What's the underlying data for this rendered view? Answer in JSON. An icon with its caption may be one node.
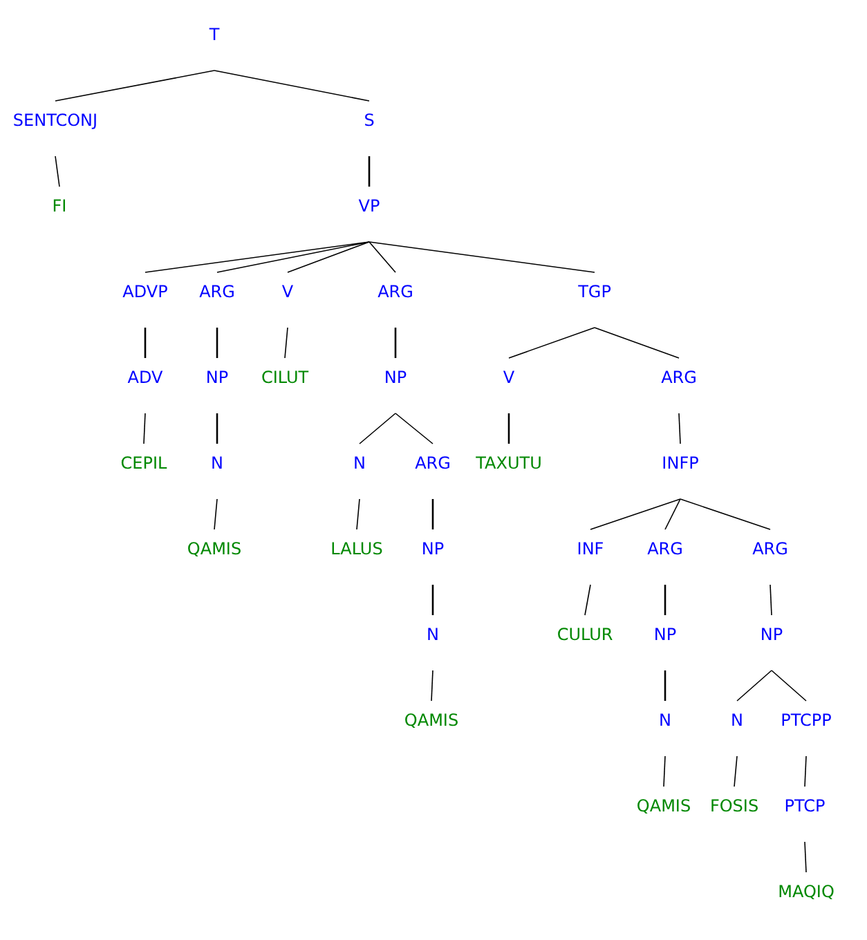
{
  "diagram": {
    "nodes": [
      {
        "text": [
          "T"
        ]
      },
      {
        "text": [
          "SENTCONJ"
        ]
      },
      {
        "text": [
          "S"
        ]
      },
      {
        "text": [
          "FI"
        ]
      },
      {
        "text": [
          "VP"
        ]
      },
      {
        "text": [
          "ADVP"
        ]
      },
      {
        "text": [
          "ARG"
        ]
      },
      {
        "text": [
          "V"
        ]
      },
      {
        "text": [
          "ARG"
        ]
      },
      {
        "text": [
          "TGP"
        ]
      },
      {
        "text": [
          "ADV"
        ]
      },
      {
        "text": [
          "NP"
        ]
      },
      {
        "text": [
          "CILUT"
        ]
      },
      {
        "text": [
          "NP"
        ]
      },
      {
        "text": [
          "V"
        ]
      },
      {
        "text": [
          "ARG"
        ]
      },
      {
        "text": [
          "CEPIL"
        ]
      },
      {
        "text": [
          "N"
        ]
      },
      {
        "text": [
          "N"
        ]
      },
      {
        "text": [
          "ARG"
        ]
      },
      {
        "text": [
          "TAXUTU"
        ]
      },
      {
        "text": [
          "INFP"
        ]
      },
      {
        "text": [
          "QAMIS"
        ]
      },
      {
        "text": [
          "LALUS"
        ]
      },
      {
        "text": [
          "NP"
        ]
      },
      {
        "text": [
          "INF"
        ]
      },
      {
        "text": [
          "ARG"
        ]
      },
      {
        "text": [
          "ARG"
        ]
      },
      {
        "text": [
          "N"
        ]
      },
      {
        "text": [
          "CULUR"
        ]
      },
      {
        "text": [
          "NP"
        ]
      },
      {
        "text": [
          "NP"
        ]
      },
      {
        "text": [
          "QAMIS"
        ]
      },
      {
        "text": [
          "N"
        ]
      },
      {
        "text": [
          "N"
        ]
      },
      {
        "text": [
          "PTCPP"
        ]
      },
      {
        "text": [
          "QAMIS"
        ]
      },
      {
        "text": [
          "FOSIS"
        ]
      },
      {
        "text": [
          "PTCP"
        ]
      },
      {
        "text": [
          "MAQIQ"
        ]
      }
    ],
    "edges": [
      {
        "from": 0,
        "to": 1,
        "arrow": "none"
      },
      {
        "from": 0,
        "to": 2,
        "arrow": "none"
      },
      {
        "from": 1,
        "to": 3,
        "arrow": "none"
      },
      {
        "from": 2,
        "to": 4,
        "arrow": "none"
      },
      {
        "from": 4,
        "to": 5,
        "arrow": "none"
      },
      {
        "from": 4,
        "to": 6,
        "arrow": "none"
      },
      {
        "from": 4,
        "to": 7,
        "arrow": "none"
      },
      {
        "from": 4,
        "to": 8,
        "arrow": "none"
      },
      {
        "from": 4,
        "to": 9,
        "arrow": "none"
      },
      {
        "from": 5,
        "to": 10,
        "arrow": "none"
      },
      {
        "from": 6,
        "to": 11,
        "arrow": "none"
      },
      {
        "from": 7,
        "to": 12,
        "arrow": "none"
      },
      {
        "from": 8,
        "to": 13,
        "arrow": "none"
      },
      {
        "from": 9,
        "to": 14,
        "arrow": "none"
      },
      {
        "from": 9,
        "to": 15,
        "arrow": "none"
      },
      {
        "from": 10,
        "to": 16,
        "arrow": "none"
      },
      {
        "from": 11,
        "to": 17,
        "arrow": "none"
      },
      {
        "from": 13,
        "to": 18,
        "arrow": "none"
      },
      {
        "from": 13,
        "to": 19,
        "arrow": "none"
      },
      {
        "from": 14,
        "to": 20,
        "arrow": "none"
      },
      {
        "from": 15,
        "to": 21,
        "arrow": "none"
      },
      {
        "from": 17,
        "to": 22,
        "arrow": "none"
      },
      {
        "from": 18,
        "to": 23,
        "arrow": "none"
      },
      {
        "from": 19,
        "to": 24,
        "arrow": "none"
      },
      {
        "from": 21,
        "to": 25,
        "arrow": "none"
      },
      {
        "from": 21,
        "to": 26,
        "arrow": "none"
      },
      {
        "from": 21,
        "to": 27,
        "arrow": "none"
      },
      {
        "from": 24,
        "to": 28,
        "arrow": "none"
      },
      {
        "from": 25,
        "to": 29,
        "arrow": "none"
      },
      {
        "from": 26,
        "to": 30,
        "arrow": "none"
      },
      {
        "from": 27,
        "to": 31,
        "arrow": "none"
      },
      {
        "from": 28,
        "to": 32,
        "arrow": "none"
      },
      {
        "from": 30,
        "to": 33,
        "arrow": "none"
      },
      {
        "from": 31,
        "to": 34,
        "arrow": "none"
      },
      {
        "from": 31,
        "to": 35,
        "arrow": "none"
      },
      {
        "from": 33,
        "to": 36,
        "arrow": "none"
      },
      {
        "from": 34,
        "to": 37,
        "arrow": "none"
      },
      {
        "from": 35,
        "to": 38,
        "arrow": "none"
      },
      {
        "from": 38,
        "to": 39,
        "arrow": "none"
      }
    ]
  }
}
